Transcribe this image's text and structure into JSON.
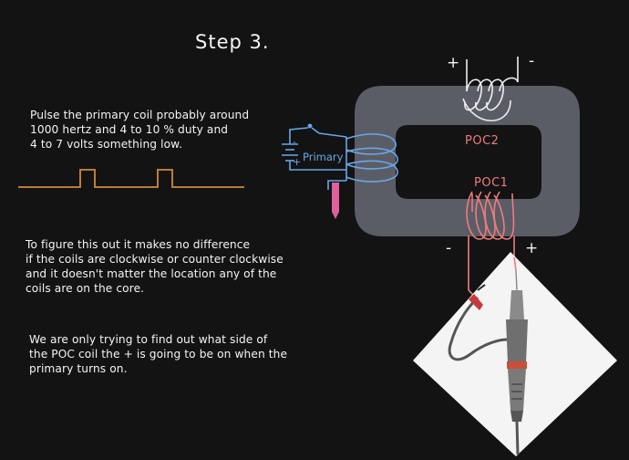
{
  "title": "Step 3.",
  "notes": {
    "pulse": "Pulse the primary coil probably around\n1000 hertz and 4 to 10 % duty and\n4 to 7 volts something low.",
    "direction": "To figure this out it makes no difference\nif the coils are clockwise or counter clockwise\nand it doesn't matter the location any of the\ncoils are on the core.",
    "goal": "We are only trying to find out what side of\nthe POC coil the + is going to be on when the\nprimary turns on."
  },
  "labels": {
    "primary": "Primary",
    "poc2": "POC2",
    "poc1": "POC1",
    "poc2_plus": "+",
    "poc2_minus": "-",
    "poc1_minus": "-",
    "poc1_plus": "+",
    "batt_minus": "-",
    "batt_plus": "+"
  },
  "colors": {
    "background": "#131313",
    "core": "#5b5d66",
    "primary_coil": "#6aa6e8",
    "poc1_coil": "#ee7c7c",
    "poc2_coil": "#eeeeee",
    "pulse_wave": "#d08a3c",
    "switch_clip": "#e0609a",
    "probe_card": "#f4f4f4"
  },
  "icons": {
    "battery": "battery-icon",
    "switch": "switch-icon",
    "clip": "clip-icon",
    "probe": "oscilloscope-probe-icon"
  }
}
